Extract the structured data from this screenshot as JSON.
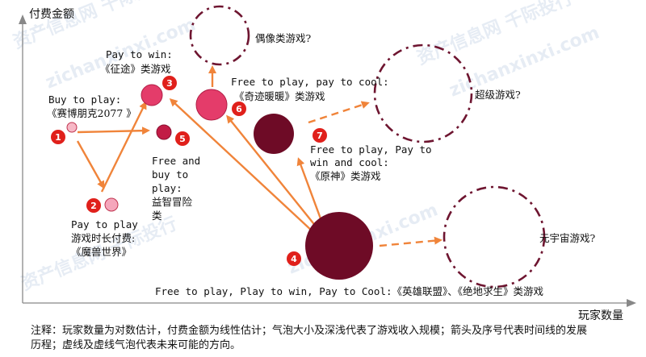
{
  "axes": {
    "y_label": "付费金额",
    "x_label": "玩家数量"
  },
  "watermarks": [
    "资产信息网 千际投行",
    "zichanxinxi.com",
    "资产信息网 千际投行",
    "zichanxinxi.com",
    "资产信息网 千际投行",
    "zichanxinxi.com"
  ],
  "markers": {
    "m1": "1",
    "m2": "2",
    "m3": "3",
    "m4": "4",
    "m5": "5",
    "m6": "6",
    "m7": "7"
  },
  "labels": {
    "buy_line1": "Buy to play:",
    "buy_line2": "《赛博朋克2077 》",
    "pay_line1": "Pay to play",
    "pay_line2": "游戏时长付费:",
    "pay_line3": "《魔兽世界》",
    "win_line1": "Pay to win:",
    "win_line2": "《征途》类游戏",
    "free_line1": "Free and",
    "free_line2": "buy to",
    "free_line3": "play:",
    "free_line4": "益智冒险",
    "free_line5": "类",
    "cool_line1": "Free to play, pay to cool:",
    "cool_line2": "《奇迹暖暖》类游戏",
    "idol": "偶像类游戏?",
    "super": "超级游戏?",
    "genshin_line1": "Free to play, Pay to",
    "genshin_line2": "win and cool:",
    "genshin_line3": "《原神》类游戏",
    "meta": "元宇宙游戏?",
    "bottom": "Free to play, Play to win, Pay to Cool:《英雄联盟》、《绝地求生》类游戏"
  },
  "note_lines": [
    "注释：玩家数量为对数估计，付费金额为线性估计；气泡大小及深浅代表了游戏收入规模；箭头及序号代表时间线的发展",
    "历程；虚线及虚线气泡代表未来可能的方向。"
  ],
  "colors": {
    "arrow": "#f0843a",
    "badge": "#e0201b",
    "bubble_light": "#f7b8c6",
    "bubble_pink": "#e43c6a",
    "bubble_dark": "#6e0b26",
    "dashed_circle": "#6e1530"
  }
}
